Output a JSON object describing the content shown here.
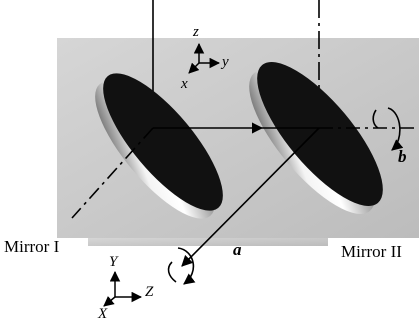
{
  "labels": {
    "mirror1": "Mirror I",
    "mirror2": "Mirror II",
    "beam_a": "a",
    "beam_b": "b"
  },
  "axes_top": {
    "z": "z",
    "y": "y",
    "x": "x"
  },
  "axes_bottom": {
    "y": "Y",
    "z": "Z",
    "x": "X"
  },
  "colors": {
    "panel": "#c9c9c9",
    "mirror_face": "#111111",
    "rim_light": "#f2f2f2",
    "rim_dark": "#3a3a3a",
    "line": "#000000"
  }
}
